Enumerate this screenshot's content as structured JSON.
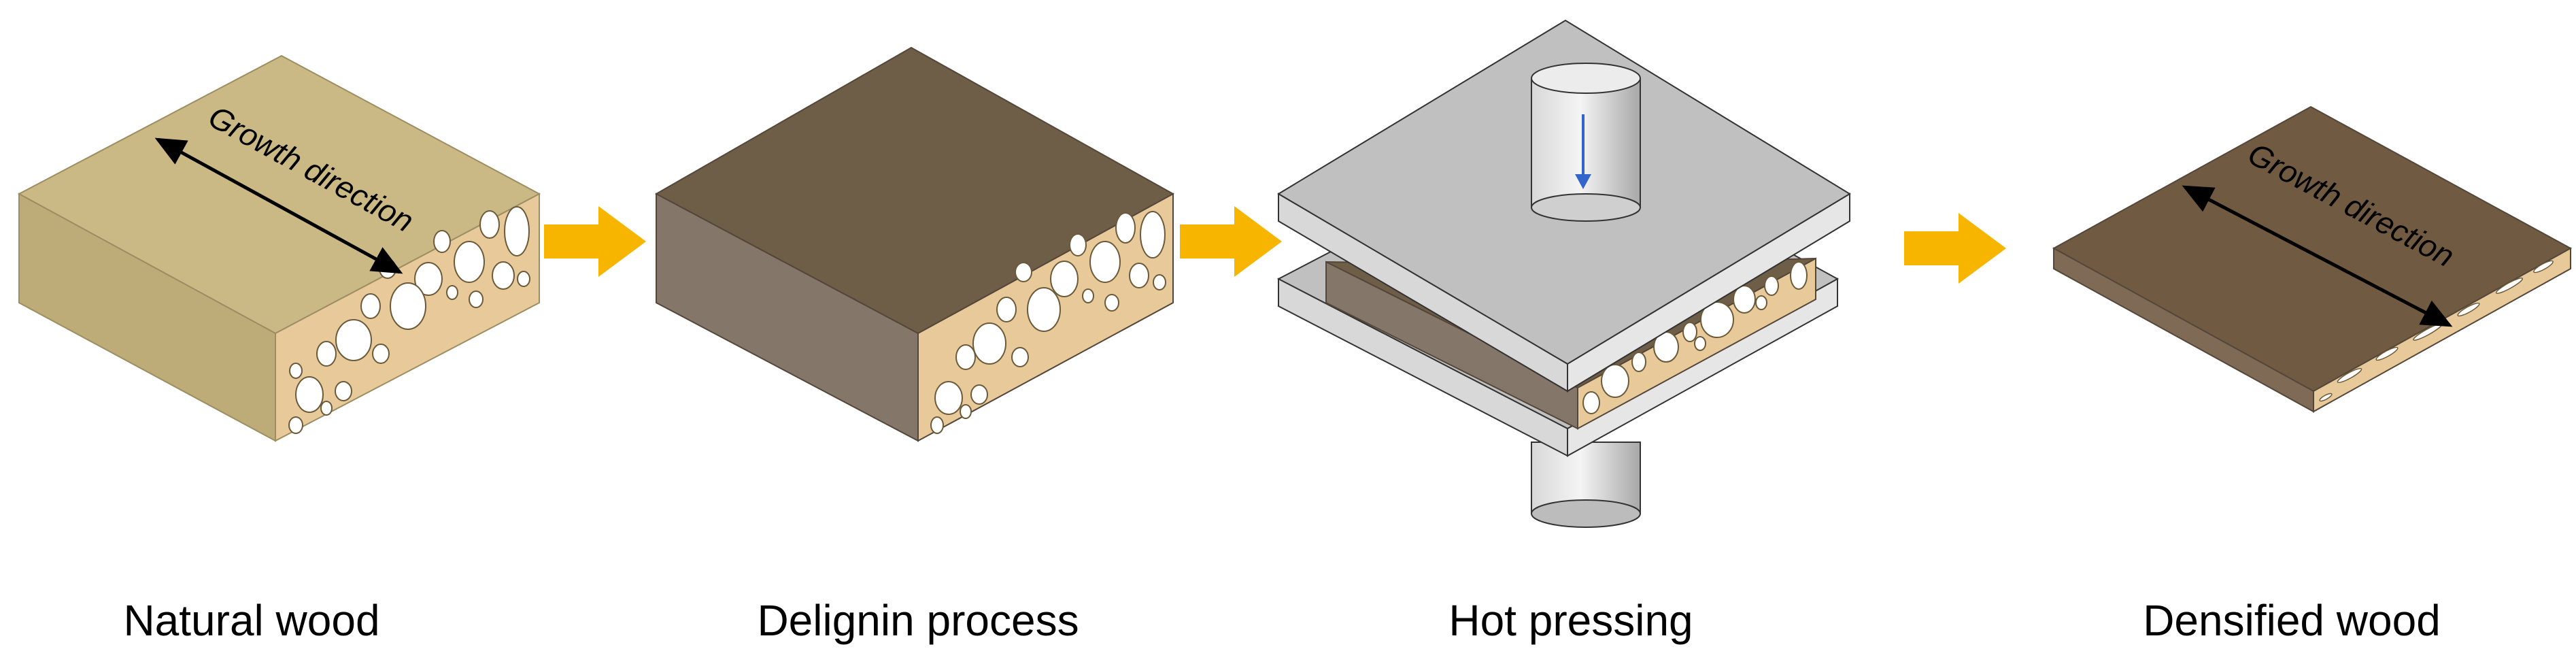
{
  "steps": [
    {
      "label": "Natural wood",
      "annotation": "Growth direction"
    },
    {
      "label": "Delignin process"
    },
    {
      "label": "Hot pressing"
    },
    {
      "label": "Densified wood",
      "annotation": "Growth direction"
    }
  ],
  "colors": {
    "natural_top": "#cbb985",
    "natural_left": "#bdac78",
    "cross_section": "#e8c99a",
    "delignified_top": "#6e5e48",
    "delignified_left": "#85766a",
    "densified_top": "#705a42",
    "press_plate_top": "#c0c0c0",
    "press_plate_side": "#d8d8d8",
    "arrow": "#f7b500",
    "pressure_arrow": "#3366cc",
    "growth_arrow": "#000000"
  }
}
